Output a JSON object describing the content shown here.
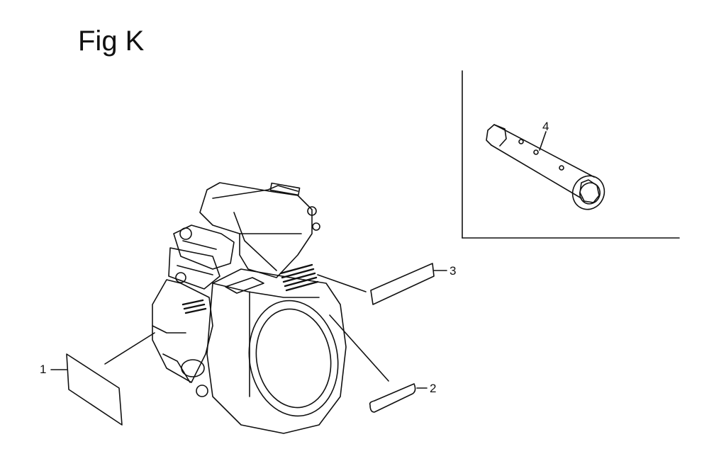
{
  "figure": {
    "title": "Fig K"
  },
  "callouts": [
    {
      "id": "1",
      "label": "1"
    },
    {
      "id": "2",
      "label": "2"
    },
    {
      "id": "3",
      "label": "3"
    },
    {
      "id": "4",
      "label": "4"
    }
  ],
  "icons": {
    "engine": "engine-illustration-icon",
    "wrench": "spark-plug-wrench-icon",
    "label_plate": "label-plate-icon"
  }
}
